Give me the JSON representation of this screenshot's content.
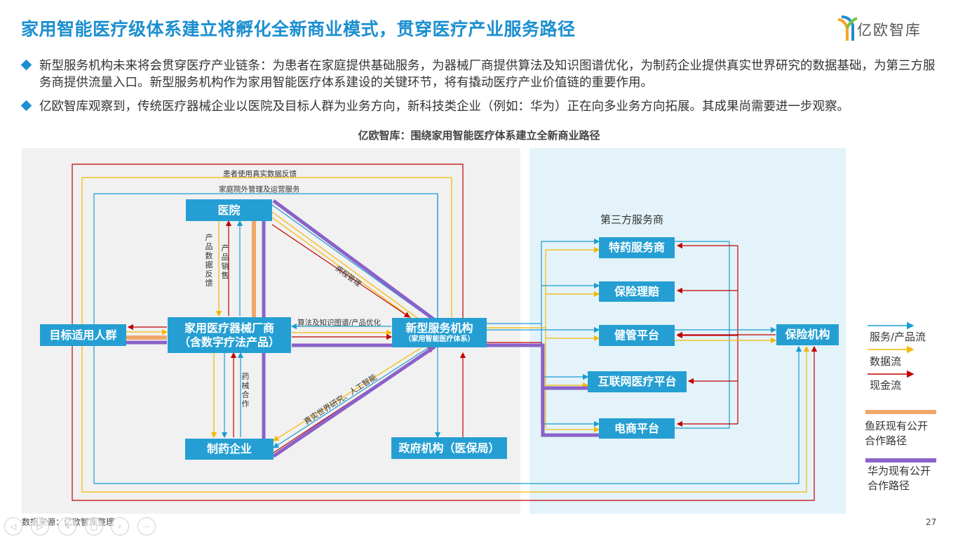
{
  "header": {
    "title": "家用智能医疗级体系建立将孵化全新商业模式，贯穿医疗产业服务路径",
    "logo_text": "亿欧智库"
  },
  "bullets": [
    "新型服务机构未来将会贯穿医疗产业链条：为患者在家庭提供基础服务，为器械厂商提供算法及知识图谱优化，为制药企业提供真实世界研究的数据基础，为第三方服务商提供流量入口。新型服务机构作为家用智能医疗体系建设的关键环节，将有撬动医疗产业价值链的重要作用。",
    "亿欧智库观察到，传统医疗器械企业以医院及目标人群为业务方向，新科技类企业（例如：华为）正在向多业务方向拓展。其成果尚需要进一步观察。"
  ],
  "diagram": {
    "subtitle": "亿欧智库：围绕家用智能医疗体系建立全新商业路径",
    "nodes": {
      "hospital": "医院",
      "target": "目标适用人群",
      "maker_line1": "家用医疗器械厂商",
      "maker_line2": "（含数字疗法产品）",
      "service_line1": "新型服务机构",
      "service_line2": "（家用智能医疗体系）",
      "pharma": "制药企业",
      "gov": "政府机构（医保局）",
      "third_party_group": "第三方服务商",
      "special_drug": "特药服务商",
      "insurance_claim": "保险理赔",
      "health_mgmt": "健管平台",
      "internet_med": "互联网医疗平台",
      "ecommerce": "电商平台",
      "insurer": "保险机构"
    },
    "edge_labels": {
      "feedback": "患者使用真实数据反馈",
      "home_service": "家庭院外管理及运营服务",
      "product_feedback": "产品数据反馈",
      "product_sales": "产品销售",
      "algorithm": "算法及知识图谱/产品优化",
      "disease_mgmt": "病程管理",
      "rwr": "真实世界研究、人工智能",
      "drug_device": "药械合作"
    },
    "legend": {
      "service_flow": "服务/产品流",
      "data_flow": "数据流",
      "cash_flow": "现金流",
      "yuyue_line1": "鱼跃现有公开",
      "yuyue_line2": "合作路径",
      "huawei_line1": "华为现有公开",
      "huawei_line2": "合作路径"
    },
    "colors": {
      "service": "#1b9bd1",
      "data": "#f5b800",
      "cash": "#c00000",
      "yuyue": "#f0a868",
      "huawei": "#8a62c9",
      "node": "#259fd3"
    }
  },
  "footer": {
    "source": "数据来源：亿欧智库整理",
    "page": "27"
  }
}
